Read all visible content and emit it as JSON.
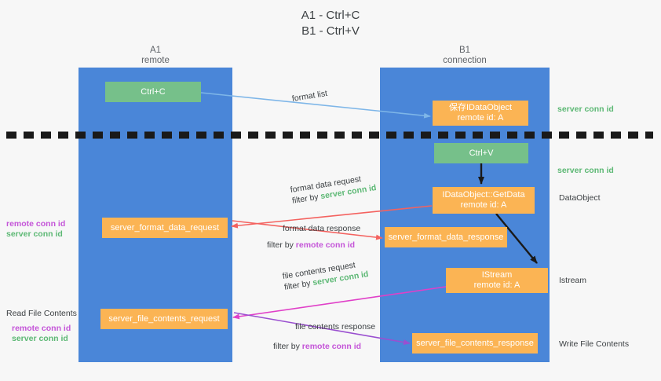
{
  "title": {
    "line1": "A1 - Ctrl+C",
    "line2": "B1 - Ctrl+V"
  },
  "columns": [
    {
      "name": "A1",
      "role": "remote"
    },
    {
      "name": "B1",
      "role": "connection"
    }
  ],
  "colors": {
    "lane": "#4a86d8",
    "green_box": "#76c08a",
    "orange_box": "#fbb454",
    "server_conn_id": "#5cb874",
    "remote_conn_id": "#c454d8",
    "arrow_blue": "#7eb6e8",
    "arrow_red": "#f4625f",
    "arrow_magenta": "#e040c8",
    "arrow_purple": "#9a4fd0",
    "arrow_black": "#1a1a1a",
    "background": "#f7f7f7"
  },
  "boxes": {
    "ctrl_c": {
      "line1": "Ctrl+C"
    },
    "save_idataobject": {
      "line1": "保存IDataObject",
      "line2": "remote id: A"
    },
    "ctrl_v": {
      "line1": "Ctrl+V"
    },
    "getdata": {
      "line1": "IDataObject::GetData",
      "line2": "remote id: A"
    },
    "format_data_request": {
      "line1": "server_format_data_request"
    },
    "format_data_response": {
      "line1": "server_format_data_response"
    },
    "istream": {
      "line1": "IStream",
      "line2": "remote id: A"
    },
    "file_contents_request": {
      "line1": "server_file_contents_request"
    },
    "file_contents_response": {
      "line1": "server_file_contents_response"
    }
  },
  "annotations": {
    "format_list": "format list",
    "format_data_request_label": "format data request",
    "format_data_request_filter_prefix": "filter by ",
    "format_data_request_filter_value": "server conn id",
    "format_data_response_label": "format data response",
    "format_data_response_filter_prefix": "filter by ",
    "format_data_response_filter_value": "remote conn id",
    "file_contents_request_label": "file contents request",
    "file_contents_request_filter_prefix": "filter by ",
    "file_contents_request_filter_value": "server conn id",
    "file_contents_response_label": "file contents response",
    "file_contents_response_filter_prefix": "filter by ",
    "file_contents_response_filter_value": "remote conn id"
  },
  "left_labels": {
    "remote_conn_id_1": "remote conn id",
    "server_conn_id_1": "server conn id",
    "read_file_contents": "Read File Contents",
    "remote_conn_id_2": "remote conn id",
    "server_conn_id_2": "server conn id"
  },
  "right_labels": {
    "server_conn_id_1": "server conn id",
    "server_conn_id_2": "server conn id",
    "dataobject": "DataObject",
    "istream": "Istream",
    "write_file_contents": "Write File Contents"
  }
}
